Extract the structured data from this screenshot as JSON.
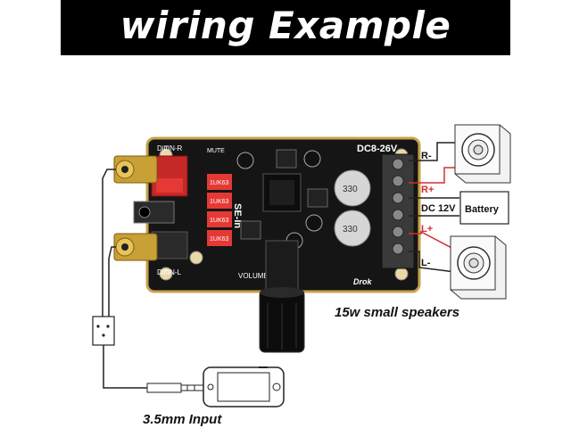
{
  "banner": {
    "title": "wiring Example"
  },
  "board": {
    "brand": "Drok",
    "power_label": "DC8-26V",
    "diffin_r": "DiffIN-R",
    "diffin_l": "DiffIN-L",
    "mute": "MUTE",
    "se_in": "SE-In",
    "volume": "VOLUME",
    "cap_label": "330",
    "relay_labels": [
      "1UK63",
      "1UK63",
      "1UK63",
      "1UK63"
    ]
  },
  "terminals": {
    "r_minus": "R-",
    "r_plus": "R+",
    "dc_12v": "DC 12V",
    "battery": "Battery",
    "l_plus": "L+",
    "l_minus": "L-"
  },
  "captions": {
    "speakers": "15w small speakers",
    "input": "3.5mm Input"
  },
  "colors": {
    "banner_bg": "#000000",
    "board": "#1a1a1a",
    "board_edge": "#c8a24a",
    "red": "#d32f2f",
    "gold": "#d4a640"
  }
}
